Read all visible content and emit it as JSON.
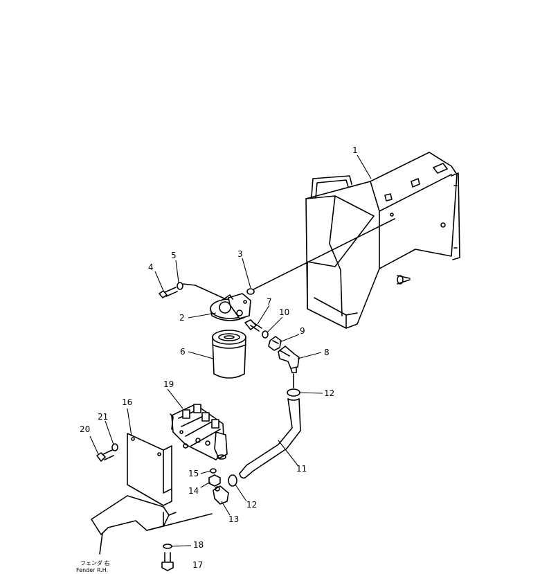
{
  "parts": [
    {
      "id": "p1",
      "label": "1"
    },
    {
      "id": "p2",
      "label": "2"
    },
    {
      "id": "p3",
      "label": "3"
    },
    {
      "id": "p4",
      "label": "4"
    },
    {
      "id": "p5",
      "label": "5"
    },
    {
      "id": "p6",
      "label": "6"
    },
    {
      "id": "p7",
      "label": "7"
    },
    {
      "id": "p8",
      "label": "8"
    },
    {
      "id": "p9",
      "label": "9"
    },
    {
      "id": "p10",
      "label": "10"
    },
    {
      "id": "p11",
      "label": "11"
    },
    {
      "id": "p12a",
      "label": "12"
    },
    {
      "id": "p12b",
      "label": "12"
    },
    {
      "id": "p13",
      "label": "13"
    },
    {
      "id": "p14",
      "label": "14"
    },
    {
      "id": "p15",
      "label": "15"
    },
    {
      "id": "p16",
      "label": "16"
    },
    {
      "id": "p17",
      "label": "17"
    },
    {
      "id": "p18",
      "label": "18"
    },
    {
      "id": "p19",
      "label": "19"
    },
    {
      "id": "p20",
      "label": "20"
    },
    {
      "id": "p21",
      "label": "21"
    }
  ],
  "fender_caption": {
    "line1": "フェンダ 右",
    "line2": "Fender R.H."
  }
}
